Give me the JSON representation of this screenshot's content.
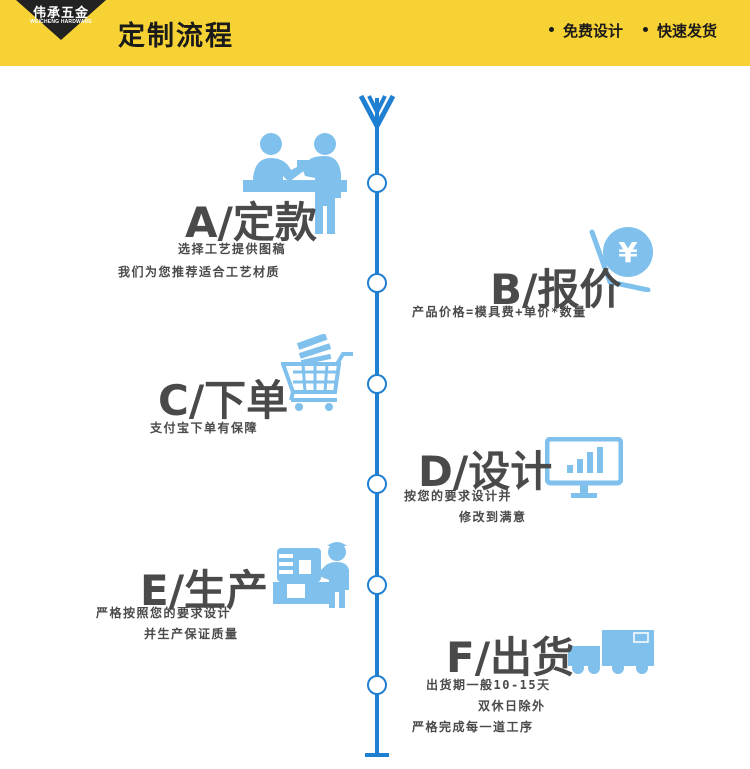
{
  "header": {
    "logo_cn": "伟承五金",
    "logo_en": "WEICHENG HARDWARE",
    "title": "定制流程",
    "tag1": "免费设计",
    "tag2": "快速发货"
  },
  "steps": [
    {
      "title": "A/定款",
      "desc": [
        "选择工艺提供图稿",
        "我们为您推荐适合工艺材质"
      ],
      "icon": "customer-service-icon"
    },
    {
      "title": "B/报价",
      "desc": [
        "产品价格=模具费+单价*数量"
      ],
      "icon": "yen-price-icon"
    },
    {
      "title": "C/下单",
      "desc": [
        "支付宝下单有保障"
      ],
      "icon": "shopping-cart-icon"
    },
    {
      "title": "D/设计",
      "desc": [
        "按您的要求设计并",
        "修改到满意"
      ],
      "icon": "monitor-chart-icon"
    },
    {
      "title": "E/生产",
      "desc": [
        "严格按照您的要求设计",
        "并生产保证质量"
      ],
      "icon": "worker-machine-icon"
    },
    {
      "title": "F/出货",
      "desc": [
        "出货期一般10-15天",
        "双休日除外",
        "严格完成每一道工序"
      ],
      "icon": "delivery-truck-icon"
    }
  ],
  "colors": {
    "header_bg": "#f7d234",
    "timeline": "#1f7fd1",
    "icon": "#7fc0ec",
    "text": "#4a4a4a"
  }
}
